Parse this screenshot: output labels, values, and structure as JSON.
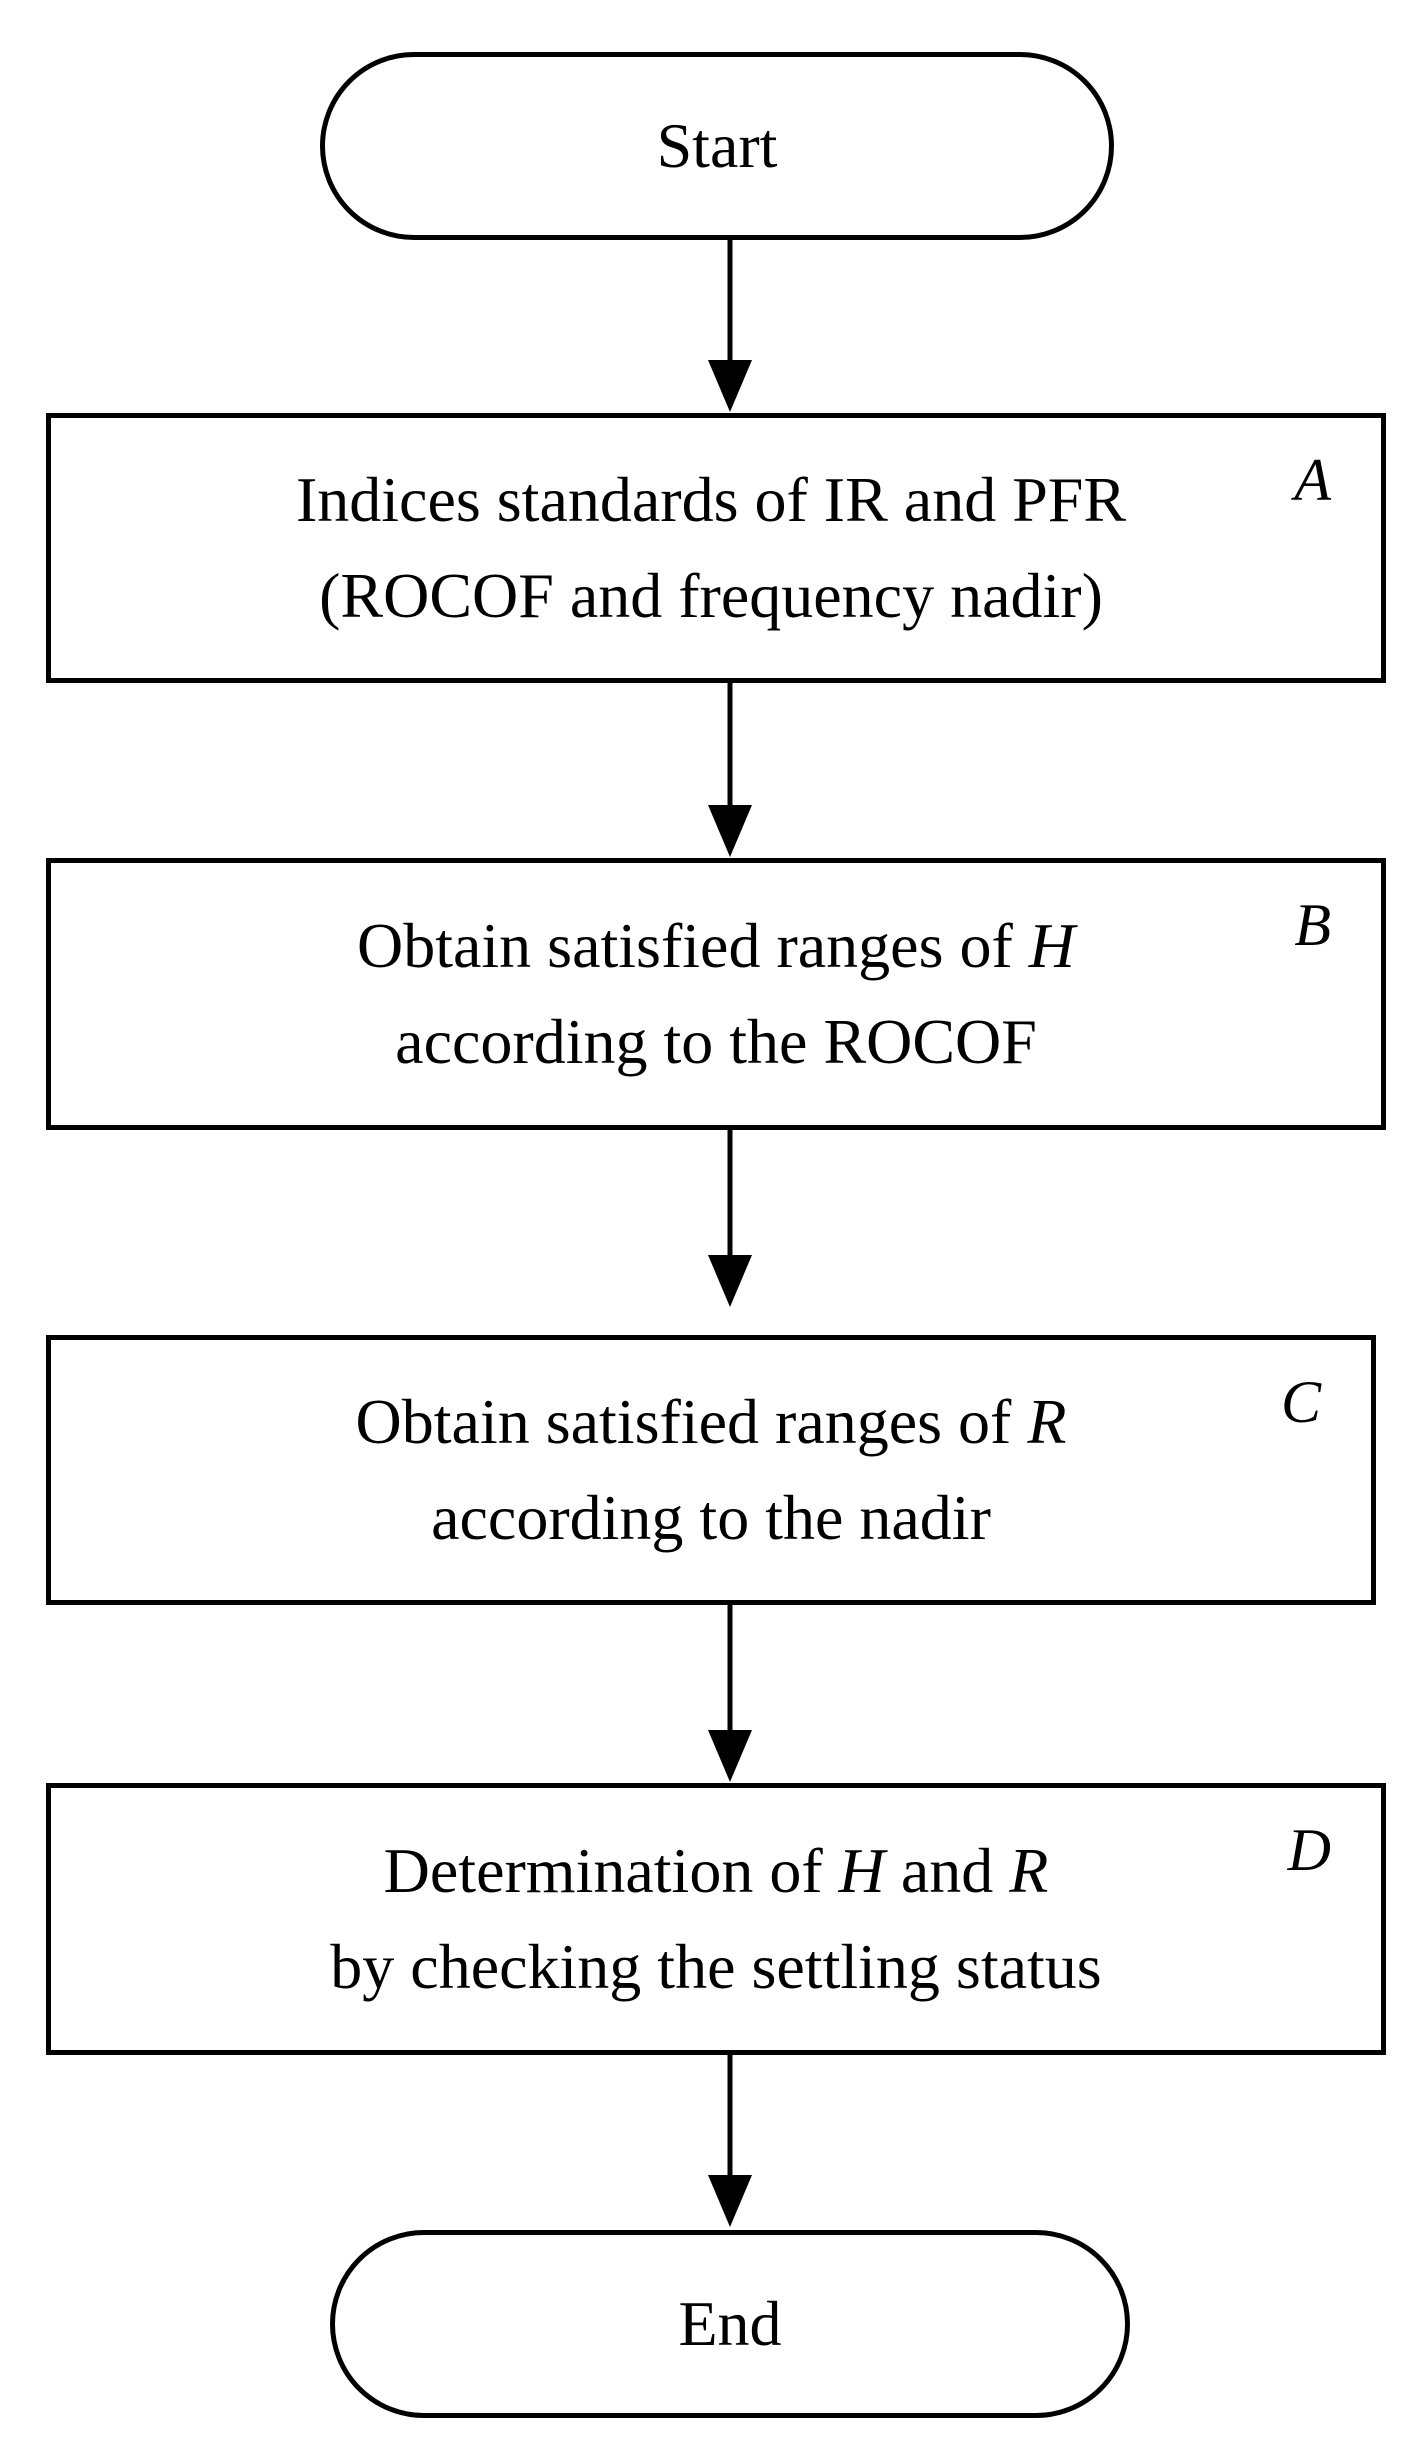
{
  "start": "Start",
  "end": "End",
  "steps": [
    {
      "id": "A",
      "line1": "Indices standards of IR and PFR",
      "line2": "(ROCOF and frequency nadir)"
    },
    {
      "id": "B",
      "line1_a": "Obtain satisfied ranges of ",
      "line1_var": "H",
      "line2": "according to the ROCOF"
    },
    {
      "id": "C",
      "line1_a": "Obtain satisfied ranges of ",
      "line1_var": "R",
      "line2": "according to the nadir"
    },
    {
      "id": "D",
      "line1_a": "Determination of ",
      "line1_var1": "H",
      "line1_b": " and ",
      "line1_var2": "R",
      "line2": "by checking the settling status"
    }
  ]
}
